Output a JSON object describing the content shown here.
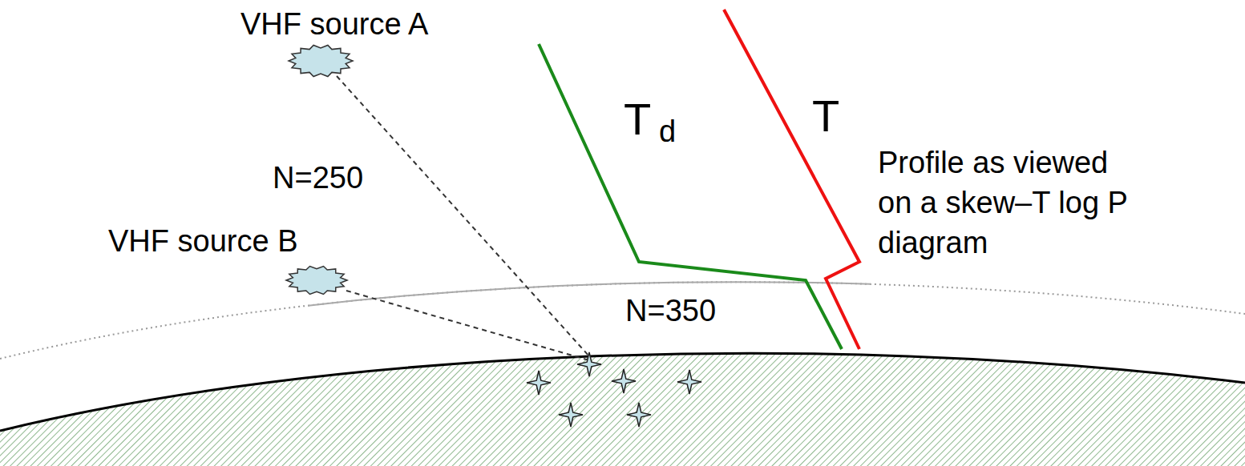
{
  "diagram": {
    "labels": [
      "VHF source A",
      "N=250",
      "VHF source B",
      "N=350",
      "T",
      "d",
      "T",
      "Profile as viewed on a skew–T log P diagram"
    ]
  }
}
